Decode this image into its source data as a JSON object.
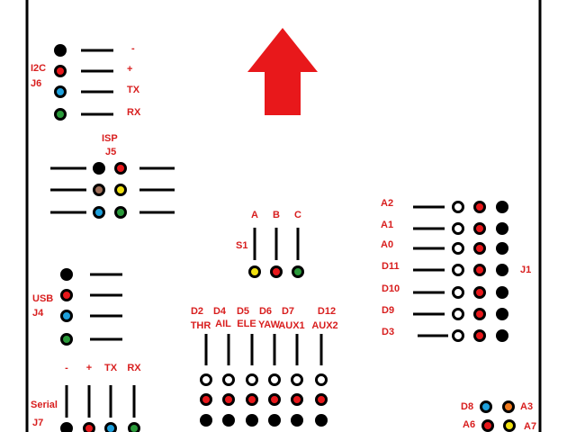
{
  "colors": {
    "text": "#d81e1e",
    "arrow": "#e8181b",
    "black": "#000000",
    "red": "#e8181b",
    "blue": "#1ea0dc",
    "green": "#2a9a3a",
    "yellow": "#f0e010",
    "brown": "#a0705a",
    "orange": "#f07a1e",
    "white": "#ffffff"
  },
  "arrow": {
    "direction": "up",
    "icon": "up-arrow-icon"
  },
  "j6": {
    "name": "I2C",
    "id": "J6",
    "pins": [
      {
        "label": "-",
        "color": "black"
      },
      {
        "label": "+",
        "color": "red"
      },
      {
        "label": "TX",
        "color": "blue"
      },
      {
        "label": "RX",
        "color": "green"
      }
    ]
  },
  "j5": {
    "name": "ISP",
    "id": "J5",
    "rows": [
      [
        "black",
        "red"
      ],
      [
        "brown",
        "yellow"
      ],
      [
        "blue",
        "green"
      ]
    ]
  },
  "j4": {
    "name": "USB",
    "id": "J4",
    "pins": [
      "black",
      "red",
      "blue",
      "green"
    ]
  },
  "j7": {
    "name": "Serial",
    "id": "J7",
    "pins": [
      {
        "label": "-",
        "color": "black"
      },
      {
        "label": "+",
        "color": "red"
      },
      {
        "label": "TX",
        "color": "blue"
      },
      {
        "label": "RX",
        "color": "green"
      }
    ]
  },
  "s1": {
    "id": "S1",
    "pins": [
      {
        "label": "A",
        "color": "yellow"
      },
      {
        "label": "B",
        "color": "red"
      },
      {
        "label": "C",
        "color": "green"
      }
    ]
  },
  "receiver": {
    "channels": [
      {
        "pin": "D2",
        "name": "THR"
      },
      {
        "pin": "D4",
        "name": "AIL"
      },
      {
        "pin": "D5",
        "name": "ELE"
      },
      {
        "pin": "D6",
        "name": "YAW"
      },
      {
        "pin": "D7",
        "name": "AUX1"
      },
      {
        "pin": "D12",
        "name": "AUX2"
      }
    ]
  },
  "j1": {
    "id": "J1",
    "pins": [
      "A2",
      "A1",
      "A0",
      "D11",
      "D10",
      "D9",
      "D3"
    ]
  },
  "analog": {
    "pins": [
      {
        "label": "D8",
        "color": "blue"
      },
      {
        "label": "A3",
        "color": "orange"
      },
      {
        "label": "A6",
        "color": "red"
      },
      {
        "label": "A7",
        "color": "yellow"
      }
    ]
  }
}
